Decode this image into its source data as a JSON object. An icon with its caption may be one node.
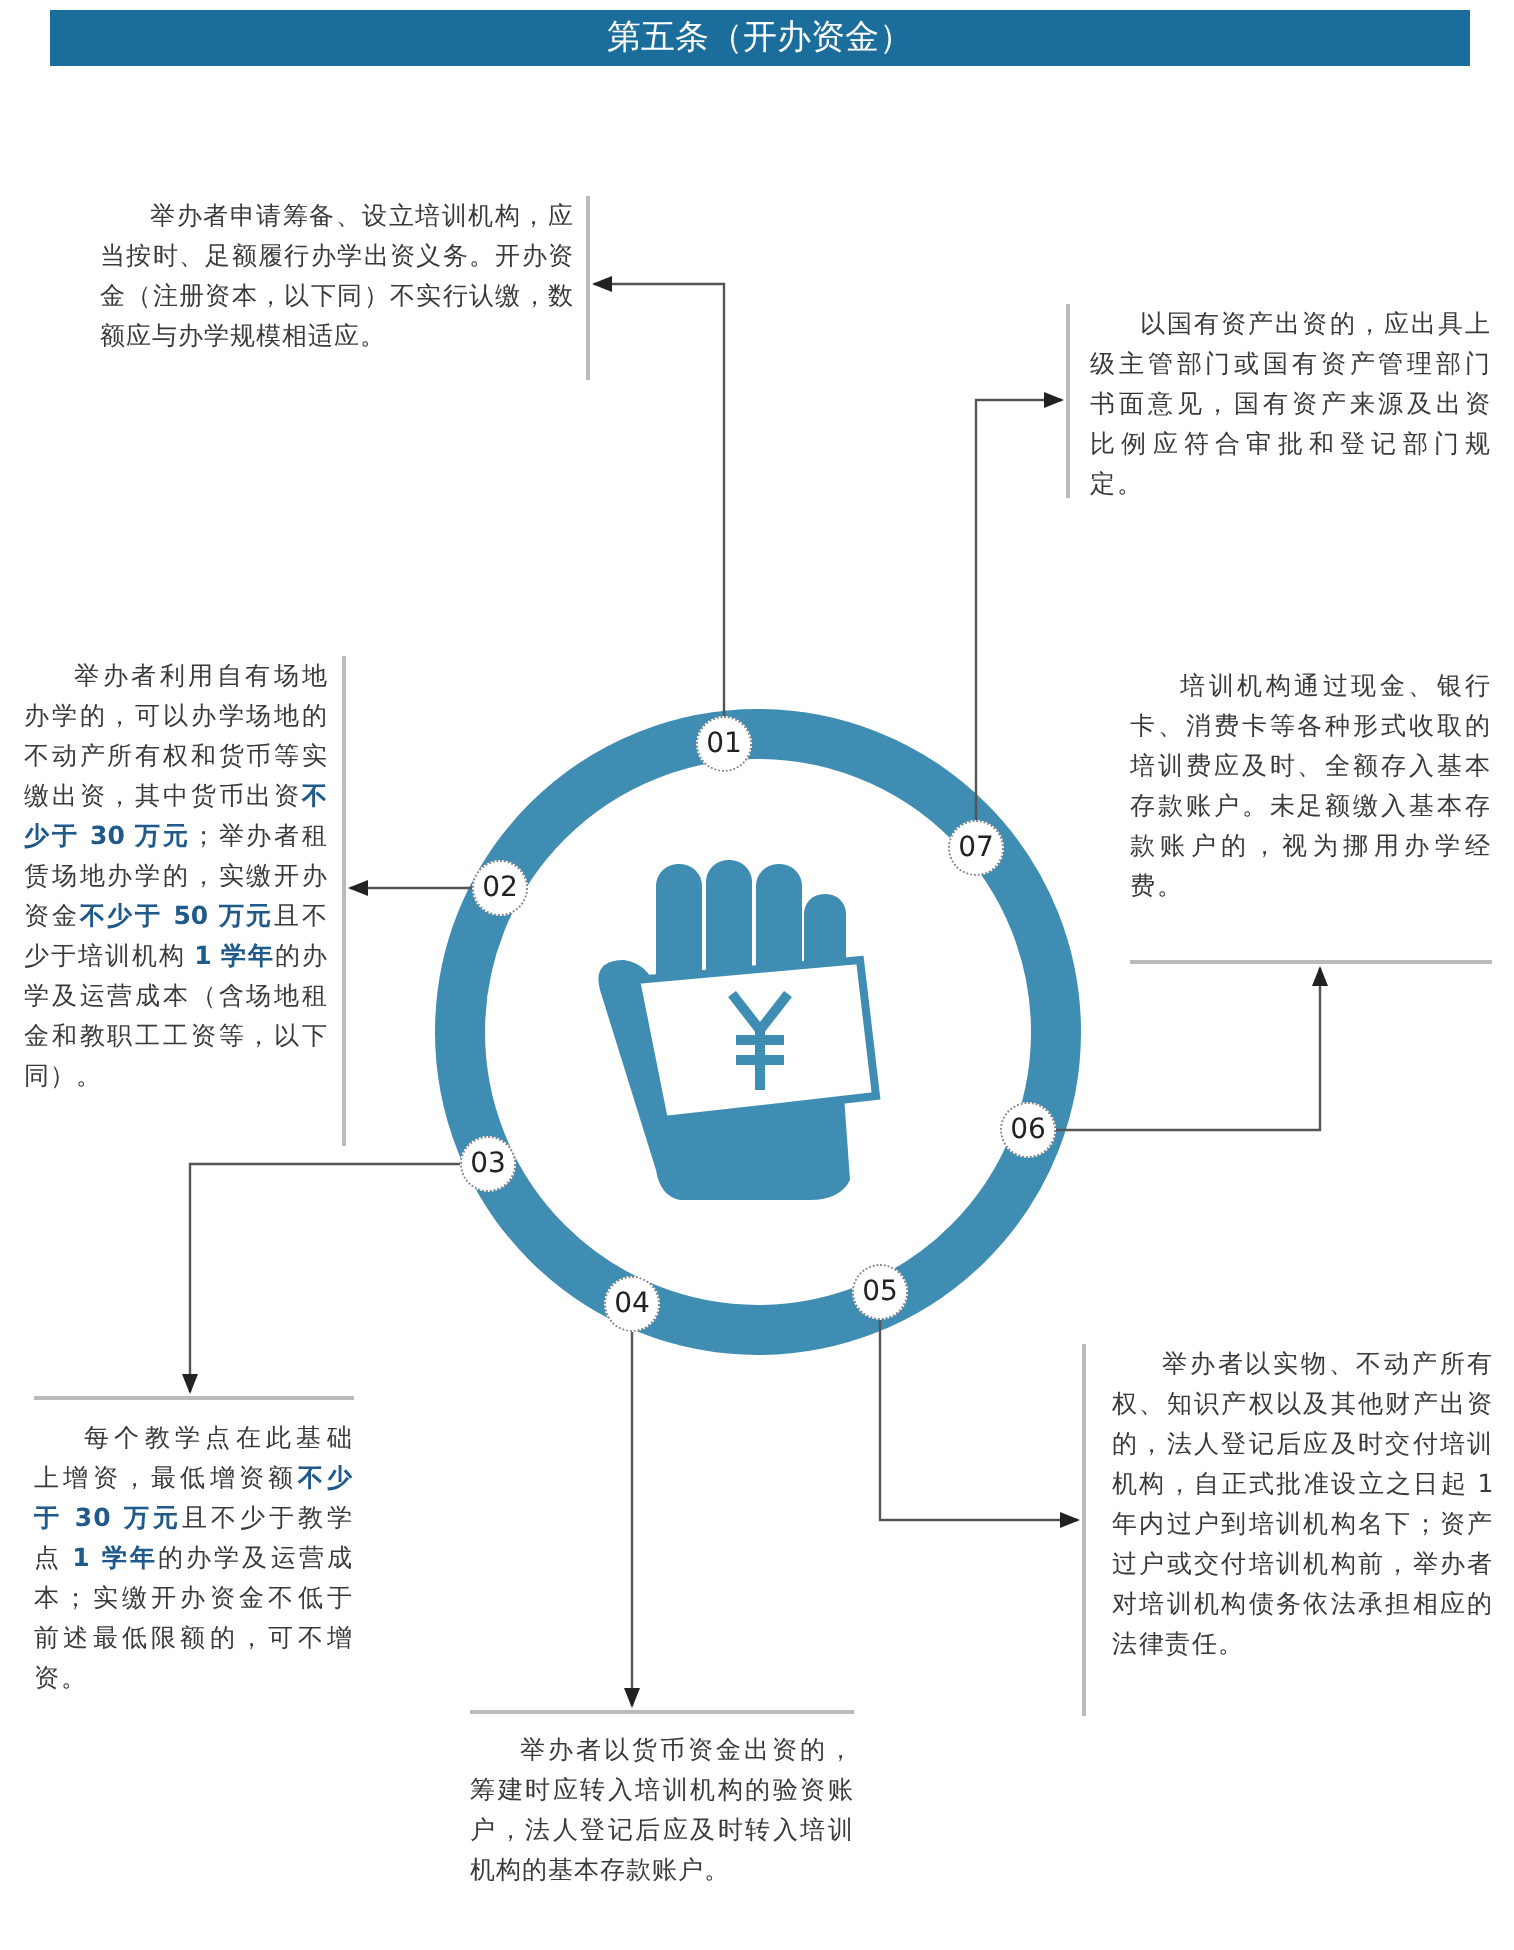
{
  "diagram": {
    "title": "第五条（开办资金）",
    "nodes": [
      {
        "text": [
          "01"
        ]
      },
      {
        "text": [
          "02"
        ]
      },
      {
        "text": [
          "03"
        ]
      },
      {
        "text": [
          "04"
        ]
      },
      {
        "text": [
          "05"
        ]
      },
      {
        "text": [
          "06"
        ]
      },
      {
        "text": [
          "07"
        ]
      },
      {
        "text": [
          "举办者申请筹备、设立培训机构，应当按时、足额履行办学出资义务。开办资金（注册资本，以下同）不实行认缴，数额应与办学规模相适应。"
        ]
      },
      {
        "text": [
          "举办者利用自有场地办学的，可以办学场地的不动产所有权和货币等实缴出资，其中货币出资**不少于 30 万元**；举办者租赁场地办学的，实缴开办资金**不少于 50 万元**且不少于培训机构 **1 学年**的办学及运营成本（含场地租金和教职工工资等，以下同）。"
        ]
      },
      {
        "text": [
          "每个教学点在此基础上增资，最低增资额**不少于 30 万元**且不少于教学点 **1 学年**的办学及运营成本；实缴开办资金不低于前述最低限额的，可不增资。"
        ]
      },
      {
        "text": [
          "举办者以货币资金出资的，筹建时应转入培训机构的验资账户，法人登记后应及时转入培训机构的基本存款账户。"
        ]
      },
      {
        "text": [
          "举办者以实物、不动产所有权、知识产权以及其他财产出资的，法人登记后应及时交付培训机构，自正式批准设立之日起 1 年内过户到培训机构名下；资产过户或交付培训机构前，举办者对培训机构债务依法承担相应的法律责任。"
        ]
      },
      {
        "text": [
          "培训机构通过现金、银行卡、消费卡等各种形式收取的培训费应及时、全额存入基本存款账户。未足额缴入基本存款账户的，视为挪用办学经费。"
        ]
      },
      {
        "text": [
          "以国有资产出资的，应出具上级主管部门或国有资产管理部门书面意见，国有资产来源及出资比例应符合审批和登记部门规定。"
        ]
      }
    ],
    "edges": [
      {
        "from": 0,
        "to": 7,
        "arrow": "to"
      },
      {
        "from": 1,
        "to": 8,
        "arrow": "to"
      },
      {
        "from": 2,
        "to": 9,
        "arrow": "to"
      },
      {
        "from": 3,
        "to": 10,
        "arrow": "to"
      },
      {
        "from": 4,
        "to": 11,
        "arrow": "to"
      },
      {
        "from": 5,
        "to": 12,
        "arrow": "to"
      },
      {
        "from": 6,
        "to": 13,
        "arrow": "to"
      }
    ]
  }
}
